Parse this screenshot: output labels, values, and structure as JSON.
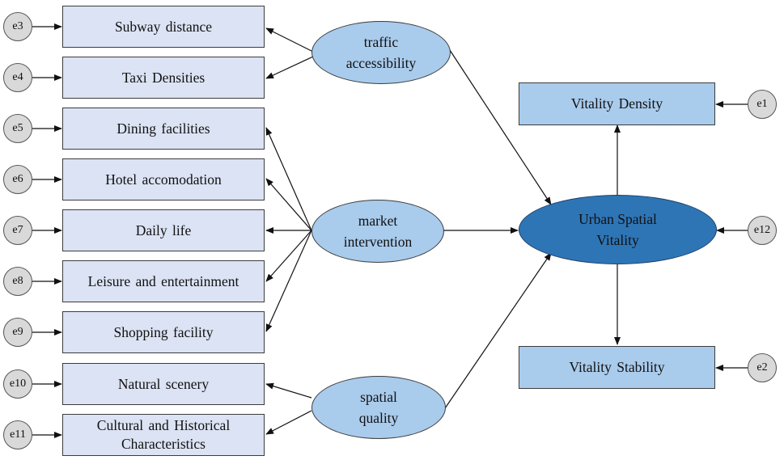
{
  "observed": [
    {
      "id": "subway",
      "label": "Subway  distance",
      "error": "e3"
    },
    {
      "id": "taxi",
      "label": "Taxi Densities",
      "error": "e4"
    },
    {
      "id": "dining",
      "label": "Dining  facilities",
      "error": "e5"
    },
    {
      "id": "hotel",
      "label": "Hotel accomodation",
      "error": "e6"
    },
    {
      "id": "daily",
      "label": "Daily  life",
      "error": "e7"
    },
    {
      "id": "leisure",
      "label": "Leisure and entertainment",
      "error": "e8"
    },
    {
      "id": "shopping",
      "label": "Shopping  facility",
      "error": "e9"
    },
    {
      "id": "natural",
      "label": "Natural scenery",
      "error": "e10"
    },
    {
      "id": "cultural",
      "label": "Cultural and Historical\nCharacteristics",
      "error": "e11"
    }
  ],
  "latent": [
    {
      "id": "traffic",
      "line1": "traffic",
      "line2": "accessibility"
    },
    {
      "id": "market",
      "line1": "market",
      "line2": "intervention"
    },
    {
      "id": "spatial",
      "line1": "spatial",
      "line2": "quality"
    }
  ],
  "outcome": {
    "line1": "Urban Spatial",
    "line2": "Vitality",
    "error": "e12"
  },
  "indicators": [
    {
      "id": "density",
      "label": "Vitality Density",
      "error": "e1"
    },
    {
      "id": "stability",
      "label": "Vitality Stability",
      "error": "e2"
    }
  ],
  "colors": {
    "observed_fill": "#dbe3f4",
    "latent_fill": "#a9cbec",
    "core_fill": "#2e75b6",
    "error_fill": "#d9d9d9"
  }
}
